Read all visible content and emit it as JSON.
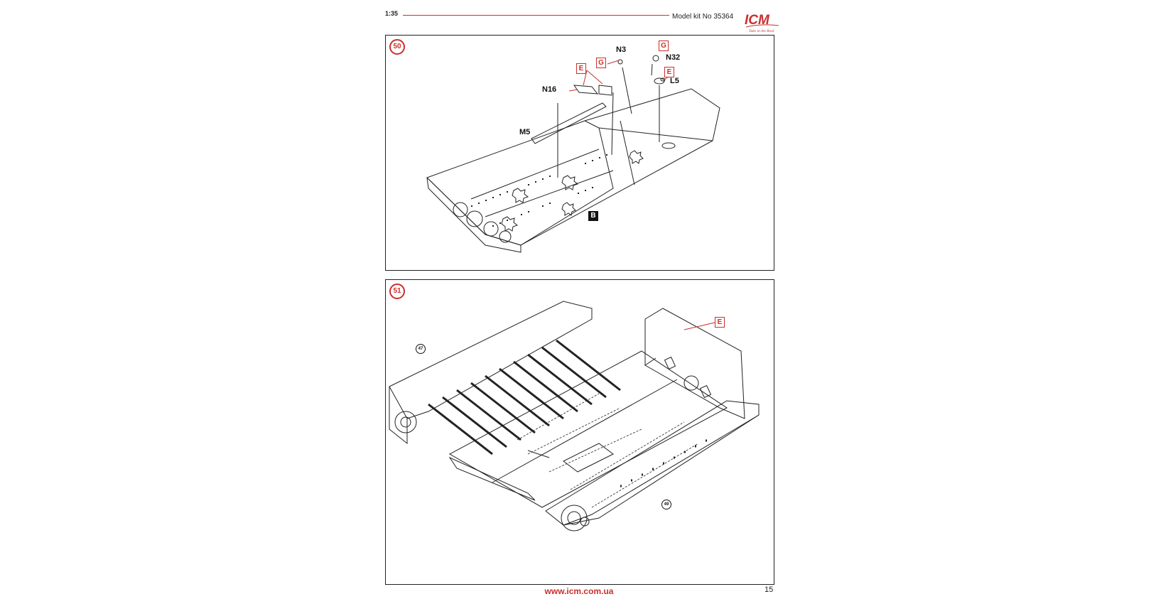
{
  "header": {
    "scale": "1:35",
    "kit": "Model kit No 35364",
    "logo_text": "ICM",
    "logo_tagline": "Take in the Real"
  },
  "steps": [
    {
      "number": "50",
      "part_labels": [
        "N3",
        "N32",
        "L5",
        "N16",
        "M5"
      ],
      "sprue_tags": [
        "G",
        "G",
        "E",
        "E"
      ],
      "box_label": "B"
    },
    {
      "number": "51",
      "sprue_tags": [
        "E"
      ],
      "step_refs": [
        "47",
        "49"
      ]
    }
  ],
  "footer": {
    "url": "www.icm.com.ua",
    "page_number": "15"
  },
  "colors": {
    "accent_red": "#c9302c",
    "line": "#222222"
  }
}
